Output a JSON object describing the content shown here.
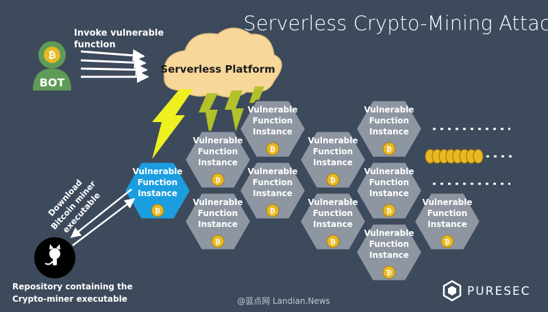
{
  "title": "Serverless Crypto-Mining Attack",
  "bot": {
    "label": "BOT"
  },
  "invoke_label": [
    "Invoke vulnerable",
    "function"
  ],
  "platform_label": "Serverless Platform",
  "download_label": [
    "Download",
    "Bitcoin miner",
    "executable"
  ],
  "repo_label": [
    "Repository containing the",
    "Crypto-miner executable"
  ],
  "instance_label": [
    "Vulnerable",
    "Function",
    "Instance"
  ],
  "brand": "PURESEC",
  "watermark": "@蓝点网 Landian.News",
  "colors": {
    "background": "#3d4a5c",
    "hex_fill": "#8e96a2",
    "hex_active": "#1a9ee0",
    "cloud": "#f7d79a",
    "lightning": "#eef01f",
    "coin": "#e8b923",
    "bot_green": "#5f9b57"
  },
  "icons": [
    "bitcoin-coin-icon",
    "github-octocat-icon",
    "lightning-bolt-icon",
    "cloud-icon",
    "puresec-logo-icon"
  ]
}
